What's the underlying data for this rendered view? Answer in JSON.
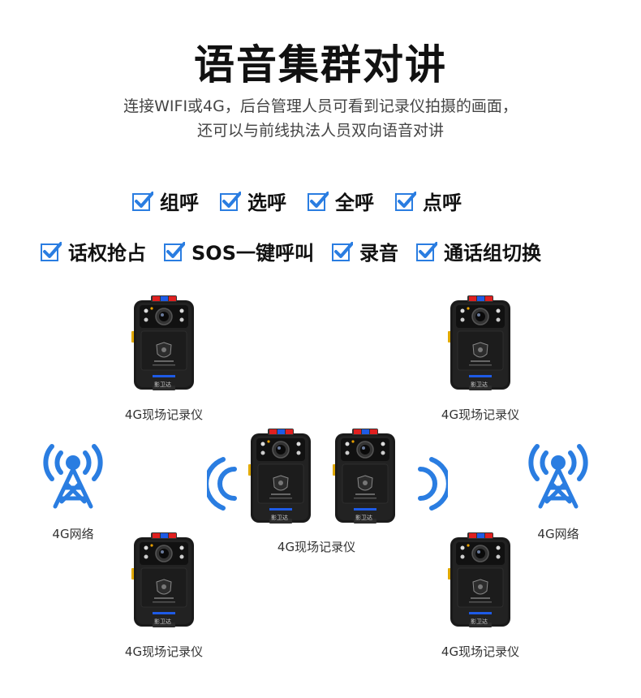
{
  "header": {
    "title": "语音集群对讲",
    "subtitle_line1": "连接WIFI或4G，后台管理人员可看到记录仪拍摄的画面，",
    "subtitle_line2": "还可以与前线执法人员双向语音对讲"
  },
  "features_row1": [
    "组呼",
    "选呼",
    "全呼",
    "点呼"
  ],
  "features_row2": [
    "话权抢占",
    "SOS一键呼叫",
    "录音",
    "通话组切换"
  ],
  "device": {
    "brand": "影卫达",
    "caption": "4G现场记录仪"
  },
  "network": {
    "caption": "4G网络"
  },
  "colors": {
    "accent": "#2a7de1",
    "device_body": "#1a1a1a",
    "device_accent_yellow": "#e0a800",
    "light_red": "#e02020",
    "light_blue": "#1e5be6"
  }
}
